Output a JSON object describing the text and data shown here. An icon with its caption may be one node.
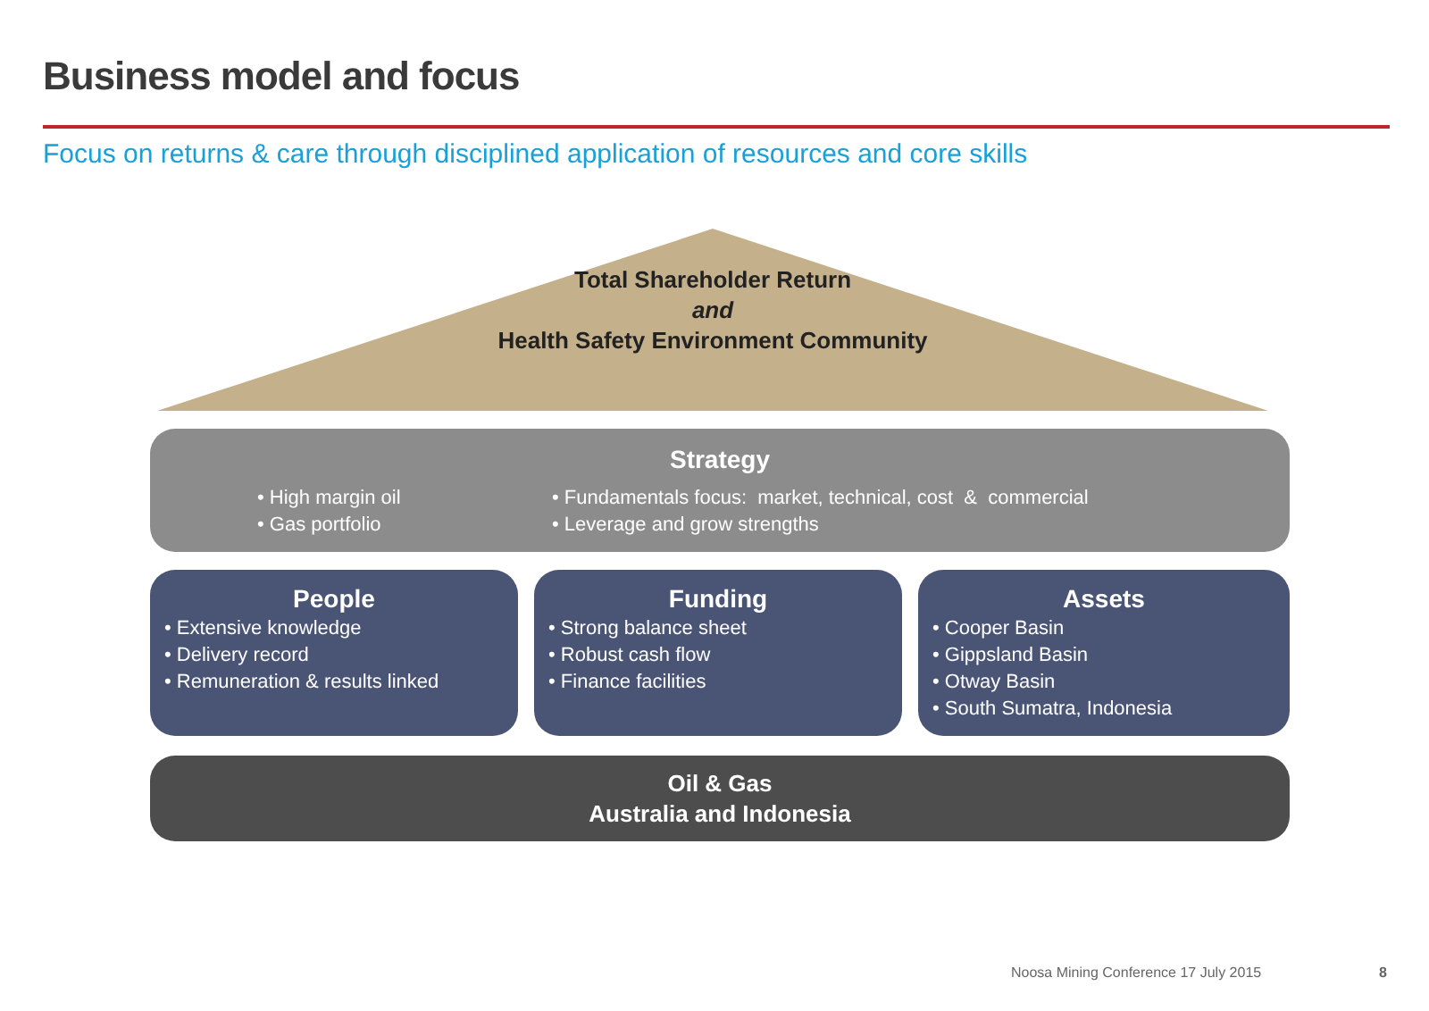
{
  "diagram": {
    "title": "Business model and focus",
    "nodes": [
      {
        "text": [
          "Total Shareholder Return",
          "and",
          "Health Safety Environment Community"
        ]
      },
      {
        "text": [
          "Strategy",
          "• High margin oil",
          "• Gas portfolio",
          "• Fundamentals focus:  market, technical, cost  &  commercial",
          "• Leverage and grow strengths"
        ]
      },
      {
        "text": [
          "People",
          "• Extensive knowledge",
          "• Delivery record",
          "• Remuneration & results linked"
        ]
      },
      {
        "text": [
          "Funding",
          "• Strong balance sheet",
          "• Robust cash flow",
          "• Finance facilities"
        ]
      },
      {
        "text": [
          "Assets",
          "• Cooper Basin",
          "• Gippsland Basin",
          "• Otway Basin",
          "• South Sumatra, Indonesia"
        ]
      },
      {
        "text": [
          "Oil & Gas",
          "Australia and Indonesia"
        ]
      }
    ],
    "labels": [
      "Focus on returns & care through disciplined application of resources and core skills",
      "Noosa Mining Conference 17 July 2015",
      "8"
    ]
  }
}
